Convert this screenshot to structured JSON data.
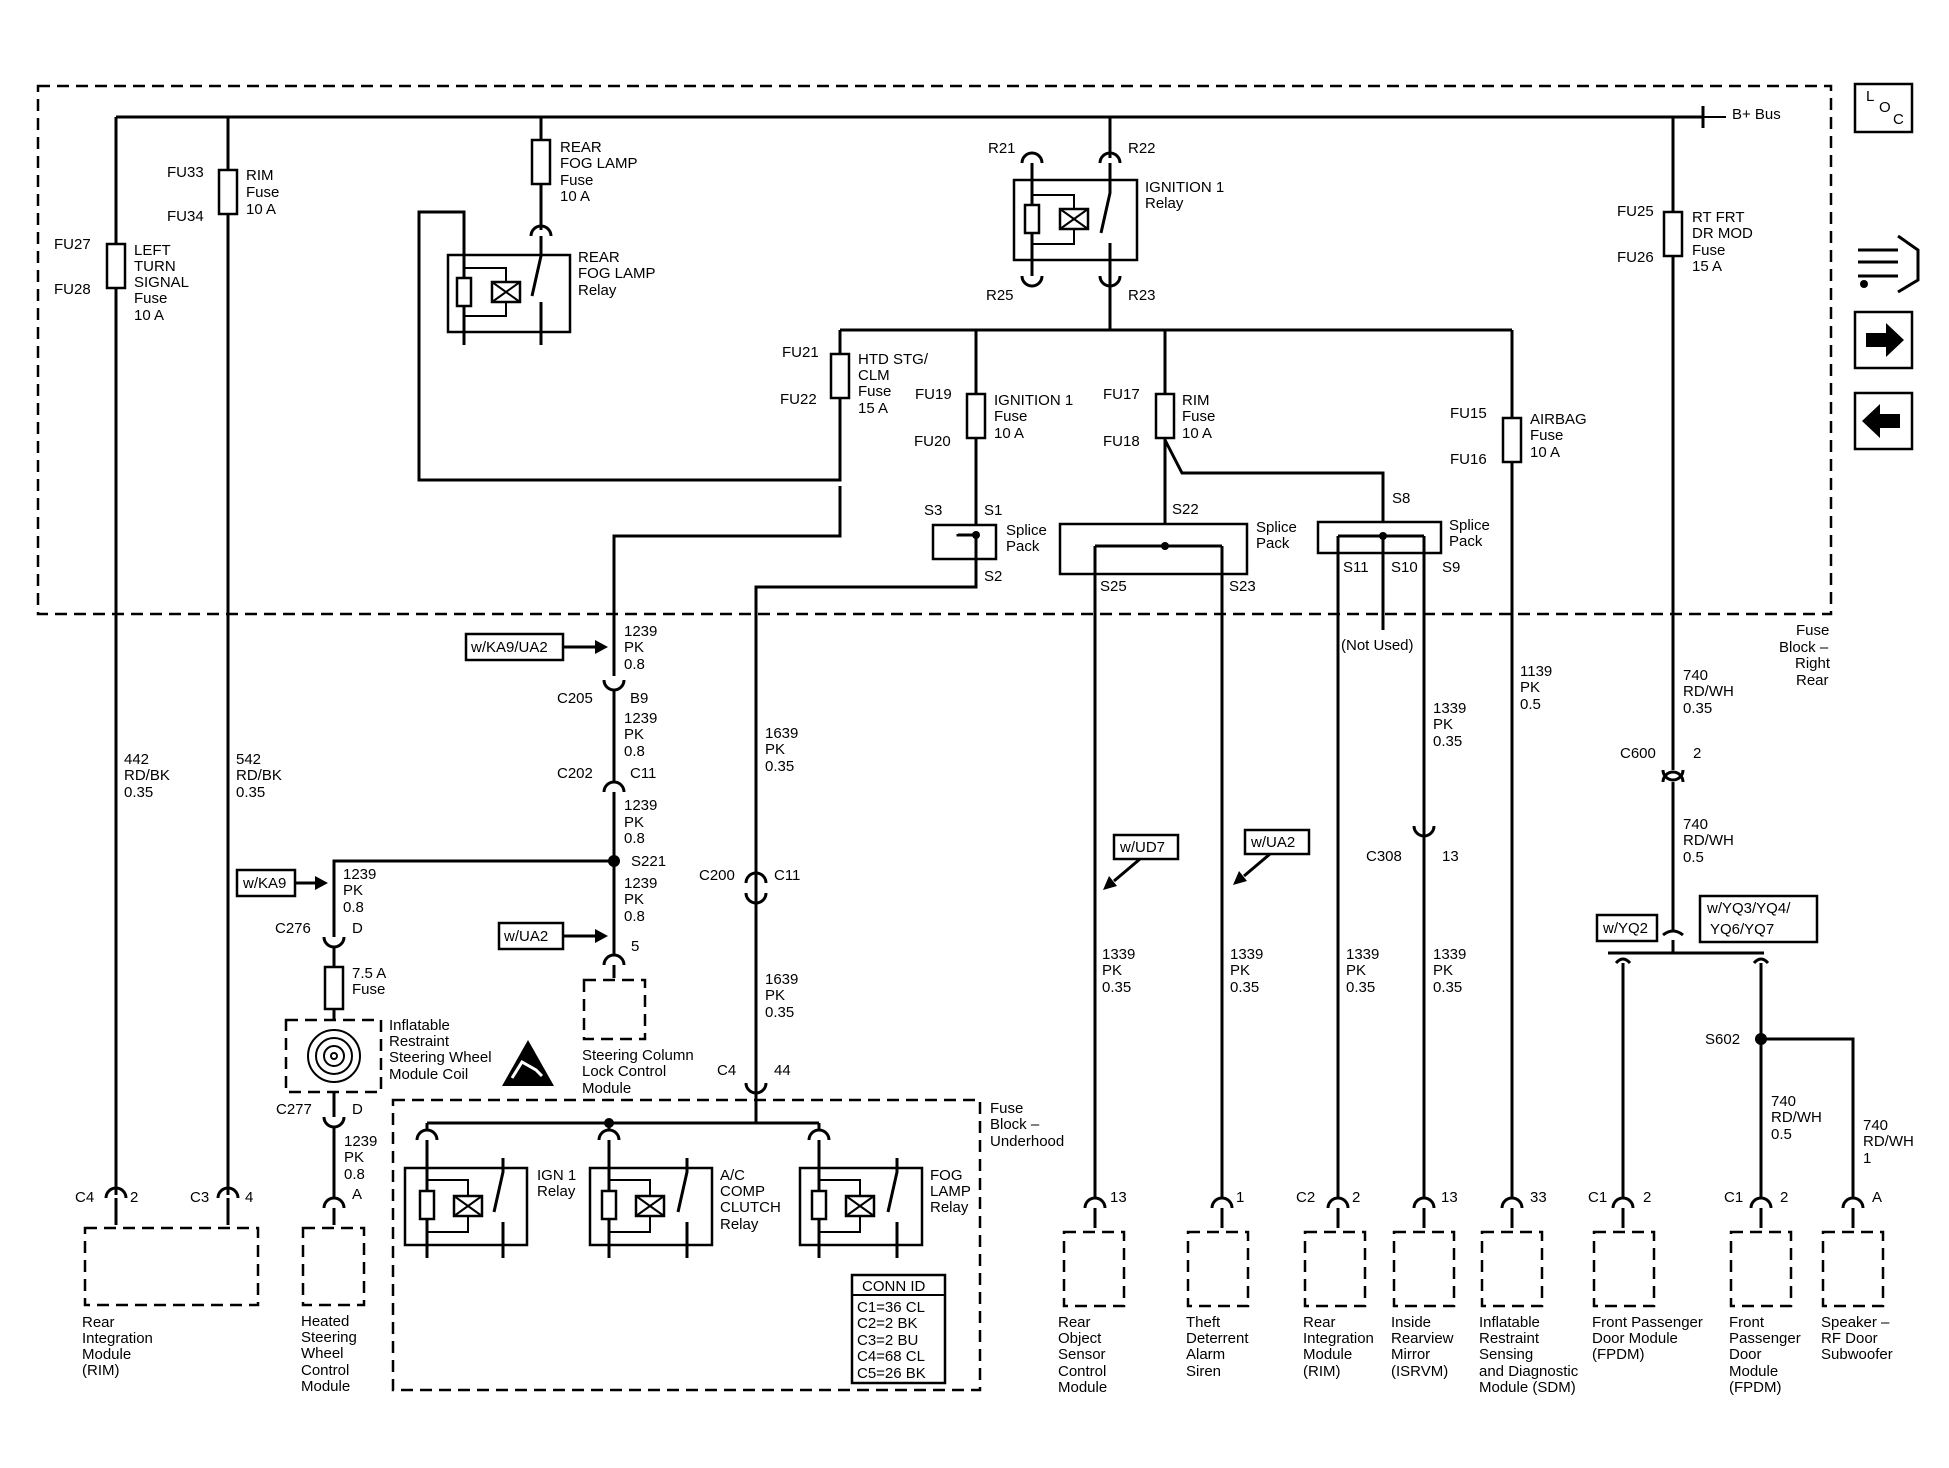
{
  "supply": {
    "b_bus": "B+ Bus",
    "loc": [
      "L",
      "O",
      "C"
    ],
    "fuse_block_rear": [
      "Fuse",
      "Block –",
      "Right",
      "Rear"
    ],
    "fuse_block_underhood": [
      "Fuse",
      "Block –",
      "Underhood"
    ]
  },
  "fuses": {
    "left_turn": {
      "top": "FU27",
      "bottom": "FU28",
      "label": [
        "LEFT",
        "TURN",
        "SIGNAL",
        "Fuse",
        "10 A"
      ]
    },
    "rim_a": {
      "top": "FU33",
      "bottom": "FU34",
      "label": [
        "RIM",
        "Fuse",
        "10 A"
      ]
    },
    "rear_fog": {
      "label": [
        "REAR",
        "FOG LAMP",
        "Fuse",
        "10 A"
      ]
    },
    "htd_stg": {
      "top": "FU21",
      "bottom": "FU22",
      "label": [
        "HTD STG/",
        "CLM",
        "Fuse",
        "15 A"
      ]
    },
    "ign1": {
      "top": "FU19",
      "bottom": "FU20",
      "label": [
        "IGNITION 1",
        "Fuse",
        "10 A"
      ]
    },
    "rim_b": {
      "top": "FU17",
      "bottom": "FU18",
      "label": [
        "RIM",
        "Fuse",
        "10 A"
      ]
    },
    "airbag": {
      "top": "FU15",
      "bottom": "FU16",
      "label": [
        "AIRBAG",
        "Fuse",
        "10 A"
      ]
    },
    "rt_frt": {
      "top": "FU25",
      "bottom": "FU26",
      "label": [
        "RT FRT",
        "DR MOD",
        "Fuse",
        "15 A"
      ]
    },
    "hsw": {
      "label": [
        "7.5 A",
        "Fuse"
      ]
    }
  },
  "relays": {
    "rear_fog": [
      "REAR",
      "FOG LAMP",
      "Relay"
    ],
    "ign1": {
      "label": [
        "IGNITION 1",
        "Relay"
      ],
      "pins": [
        "R21",
        "R22",
        "R25",
        "R23"
      ]
    },
    "ign1_under": [
      "IGN 1",
      "Relay"
    ],
    "ac": [
      "A/C",
      "COMP",
      "CLUTCH",
      "Relay"
    ],
    "fog": [
      "FOG",
      "LAMP",
      "Relay"
    ]
  },
  "splices": {
    "sp1": {
      "label": [
        "Splice",
        "Pack"
      ],
      "pins": [
        "S3",
        "S1",
        "S2"
      ]
    },
    "sp2": {
      "label": [
        "Splice",
        "Pack"
      ],
      "pins": [
        "S22",
        "S25",
        "S23"
      ]
    },
    "sp3": {
      "label": [
        "Splice",
        "Pack"
      ],
      "pins": [
        "S8",
        "S11",
        "S10",
        "S9"
      ],
      "not_used": "(Not Used)"
    }
  },
  "options": {
    "ka9ua2": "w/KA9/UA2",
    "ka9": "w/KA9",
    "ua2a": "w/UA2",
    "ud7": "w/UD7",
    "ua2b": "w/UA2",
    "yq2": "w/YQ2",
    "yq3": [
      "w/YQ3/YQ4/",
      "YQ6/YQ7"
    ]
  },
  "wires": {
    "w442": [
      "442",
      "RD/BK",
      "0.35"
    ],
    "w542": [
      "542",
      "RD/BK",
      "0.35"
    ],
    "w1239a": [
      "1239",
      "PK",
      "0.8"
    ],
    "w1239b": [
      "1239",
      "PK",
      "0.8"
    ],
    "w1239c": [
      "1239",
      "PK",
      "0.8"
    ],
    "w1239d": [
      "1239",
      "PK",
      "0.8"
    ],
    "w1239e": [
      "1239",
      "PK",
      "0.8"
    ],
    "w1239f": [
      "1239",
      "PK",
      "0.8"
    ],
    "w1639a": [
      "1639",
      "PK",
      "0.35"
    ],
    "w1639b": [
      "1639",
      "PK",
      "0.35"
    ],
    "w1339a": [
      "1339",
      "PK",
      "0.35"
    ],
    "w1339b": [
      "1339",
      "PK",
      "0.35"
    ],
    "w1339c": [
      "1339",
      "PK",
      "0.35"
    ],
    "w1339d": [
      "1339",
      "PK",
      "0.35"
    ],
    "w1339e": [
      "1339",
      "PK",
      "0.35"
    ],
    "w1139": [
      "1139",
      "PK",
      "0.5"
    ],
    "w740a": [
      "740",
      "RD/WH",
      "0.35"
    ],
    "w740b": [
      "740",
      "RD/WH",
      "0.5"
    ],
    "w740c": [
      "740",
      "RD/WH",
      "0.5"
    ],
    "w740d": [
      "740",
      "RD/WH",
      "1"
    ]
  },
  "connectors": {
    "c205": [
      "C205",
      "B9"
    ],
    "c202": [
      "C202",
      "C11"
    ],
    "s221": "S221",
    "c276": [
      "C276",
      "D"
    ],
    "c277": [
      "C277",
      "D"
    ],
    "pin5": "5",
    "hsw_a": "A",
    "c200": [
      "C200",
      "C11"
    ],
    "c4_44": [
      "C4",
      "44"
    ],
    "c308": [
      "C308",
      "13"
    ],
    "c600": [
      "C600",
      "2"
    ],
    "s602": "S602",
    "rim_c4": [
      "C4",
      "2"
    ],
    "rim_c3": [
      "C3",
      "4"
    ],
    "ros": "13",
    "theft": "1",
    "rim2": [
      "C2",
      "2"
    ],
    "isrvm": "13",
    "sdm": "33",
    "fpdm1": [
      "C1",
      "2"
    ],
    "fpdm2": [
      "C1",
      "2"
    ],
    "spk": "A"
  },
  "modules": {
    "rim": [
      "Rear",
      "Integration",
      "Module",
      "(RIM)"
    ],
    "hswcm": [
      "Heated",
      "Steering",
      "Wheel",
      "Control",
      "Module"
    ],
    "sclcm": [
      "Steering Column",
      "Lock Control",
      "Module"
    ],
    "coil": [
      "Inflatable",
      "Restraint",
      "Steering Wheel",
      "Module Coil"
    ],
    "ros": [
      "Rear",
      "Object",
      "Sensor",
      "Control",
      "Module"
    ],
    "theft": [
      "Theft",
      "Deterrent",
      "Alarm",
      "Siren"
    ],
    "rim2": [
      "Rear",
      "Integration",
      "Module",
      "(RIM)"
    ],
    "isrvm": [
      "Inside",
      "Rearview",
      "Mirror",
      "(ISRVM)"
    ],
    "sdm": [
      "Inflatable",
      "Restraint",
      "Sensing",
      "and Diagnostic",
      "Module (SDM)"
    ],
    "fpdm1": [
      "Front Passenger",
      "Door Module",
      "(FPDM)"
    ],
    "fpdm2": [
      "Front",
      "Passenger",
      "Door",
      "Module",
      "(FPDM)"
    ],
    "spk": [
      "Speaker –",
      "RF Door",
      "Subwoofer"
    ]
  },
  "conn_id": {
    "title": "CONN ID",
    "rows": [
      "C1=36 CL",
      "C2=2 BK",
      "C3=2 BU",
      "C4=68 CL",
      "C5=26 BK"
    ]
  },
  "nav": {
    "icons": [
      "connector-icon",
      "forward-arrow-icon",
      "back-arrow-icon"
    ]
  }
}
